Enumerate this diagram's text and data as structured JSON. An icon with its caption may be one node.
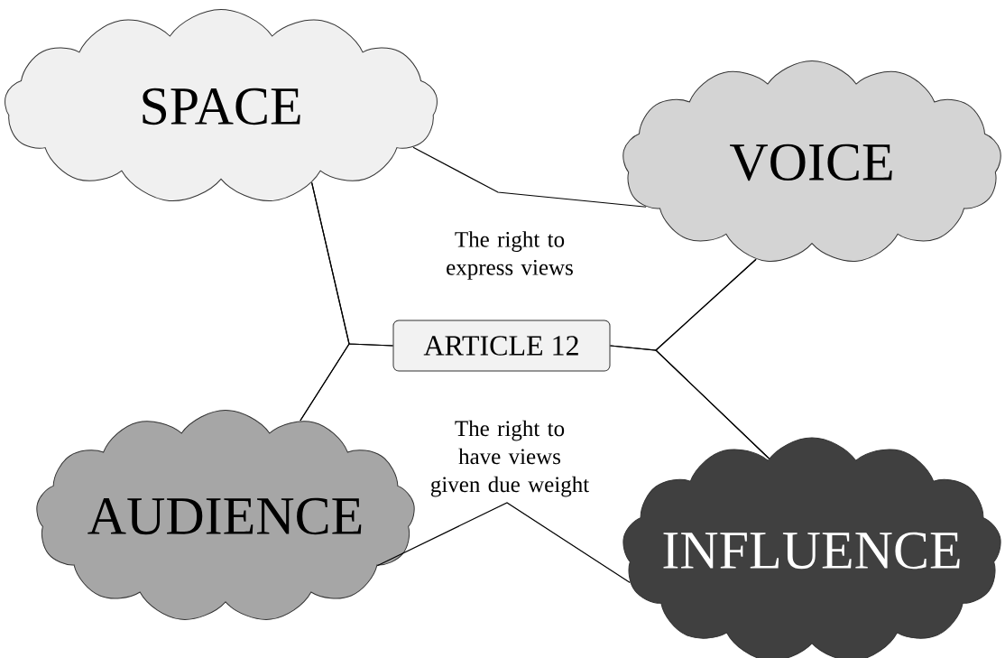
{
  "diagram": {
    "nodes": [
      {
        "text": [
          "SPACE"
        ]
      },
      {
        "text": [
          "VOICE"
        ]
      },
      {
        "text": [
          "ARTICLE 12"
        ]
      },
      {
        "text": [
          "AUDIENCE"
        ]
      },
      {
        "text": [
          "INFLUENCE"
        ]
      }
    ],
    "edges": [
      {
        "from": 0,
        "to": 1,
        "arrow": "none"
      },
      {
        "from": 0,
        "to": 3,
        "arrow": "none"
      },
      {
        "from": 2,
        "to": 0,
        "arrow": "none"
      },
      {
        "from": 2,
        "to": 3,
        "arrow": "none"
      },
      {
        "from": 1,
        "to": 4,
        "arrow": "none"
      },
      {
        "from": 2,
        "to": 1,
        "arrow": "none"
      },
      {
        "from": 2,
        "to": 4,
        "arrow": "none"
      },
      {
        "from": 3,
        "to": 4,
        "arrow": "none"
      }
    ],
    "labels": [
      "The right to express views",
      "The right to have views given due weight"
    ]
  }
}
